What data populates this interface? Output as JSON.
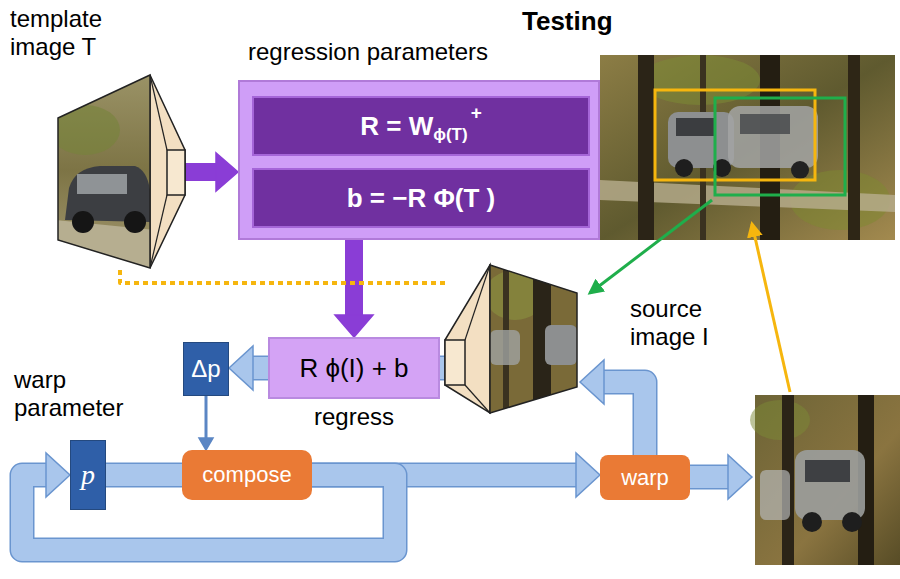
{
  "diagram": {
    "title": "Testing",
    "nodes": [
      {
        "text": [
          "template image T"
        ]
      },
      {
        "text": [
          "regression parameters"
        ]
      },
      {
        "text": [
          "R = W",
          "ϕ(T)",
          "+"
        ],
        "in": 1
      },
      {
        "text": [
          "b = −R Φ(T )"
        ],
        "in": 1
      },
      {
        "text": [
          "R ϕ(I) + b",
          "regress"
        ]
      },
      {
        "text": [
          "source image I"
        ]
      },
      {
        "text": [
          "Δp"
        ]
      },
      {
        "text": [
          "p"
        ]
      },
      {
        "text": [
          "compose"
        ]
      },
      {
        "text": [
          "warp"
        ]
      }
    ],
    "edges": [
      {
        "from": 0,
        "to": 1,
        "arrow": "to"
      },
      {
        "from": 1,
        "to": 4,
        "arrow": "to"
      },
      {
        "from": 5,
        "to": 4,
        "arrow": "none"
      },
      {
        "from": 4,
        "to": 6,
        "arrow": "to"
      },
      {
        "from": 6,
        "to": 8,
        "arrow": "to"
      },
      {
        "from": 7,
        "to": 8,
        "arrow": "none"
      },
      {
        "from": 8,
        "to": 9,
        "arrow": "to"
      },
      {
        "from": 8,
        "to": 7,
        "arrow": "to"
      },
      {
        "from": 9,
        "to": 5,
        "arrow": "to"
      },
      {
        "from": 0,
        "to": 5,
        "arrow": "none"
      }
    ],
    "labels": [
      "warp parameter"
    ]
  }
}
